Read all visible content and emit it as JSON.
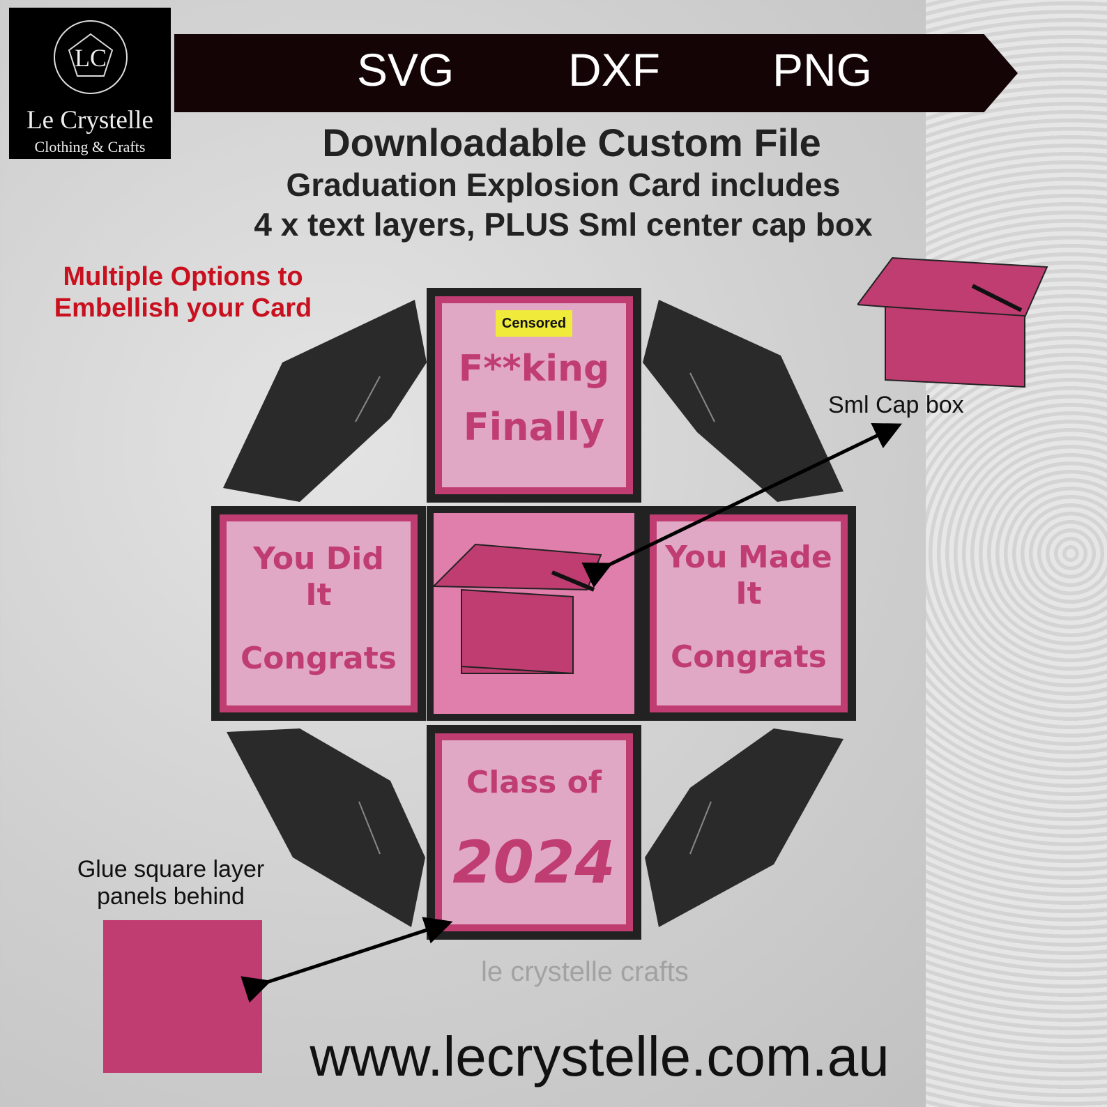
{
  "logo": {
    "monogram": "LC",
    "name": "Le Crystelle",
    "tagline": "Clothing & Crafts"
  },
  "banner": {
    "formats": [
      "SVG",
      "DXF",
      "PNG"
    ]
  },
  "heading": {
    "line1": "Downloadable Custom File",
    "line2": "Graduation Explosion Card includes",
    "line3": "4 x text layers, PLUS Sml center cap box"
  },
  "options_note": {
    "line1": "Multiple Options to",
    "line2": "Embellish your Card"
  },
  "panels": {
    "top": {
      "line1": "F**king",
      "line2": "Finally",
      "sticker": "Censored"
    },
    "left": {
      "line1": "You Did",
      "line2": "It",
      "line3": "Congrats"
    },
    "right": {
      "line1": "You Made",
      "line2": "It",
      "line3": "Congrats"
    },
    "bottom": {
      "line1": "Class of",
      "line2": "2024"
    }
  },
  "watermark": "le crystelle crafts",
  "callouts": {
    "cap_box": "Sml Cap box",
    "glue_line1": "Glue square layer",
    "glue_line2": "panels behind"
  },
  "url": "www.lecrystelle.com.au",
  "colors": {
    "pink": "#c03d72",
    "light_pink": "#e0a8c4",
    "banner": "#140406",
    "red": "#c8101e"
  }
}
